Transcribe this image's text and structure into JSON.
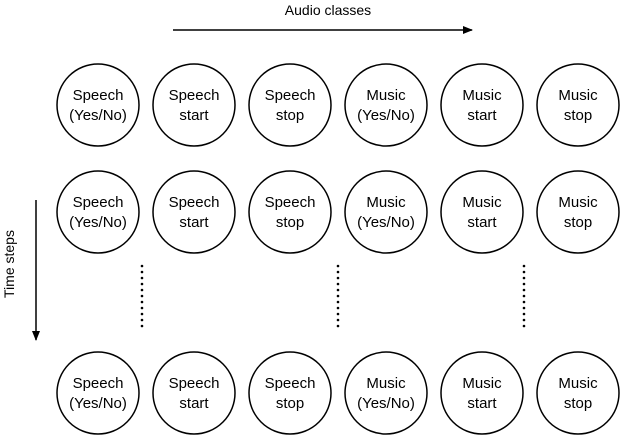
{
  "diagram": {
    "x_axis": {
      "label": "Audio classes",
      "arrow_direction": "right"
    },
    "y_axis": {
      "label": "Time steps",
      "arrow_direction": "down"
    },
    "node_style": {
      "shape": "circle",
      "stroke_color": "#000000",
      "fill_color": "#ffffff",
      "text_color": "#000000"
    },
    "columns": [
      {
        "lines": [
          "Speech",
          "(Yes/No)"
        ]
      },
      {
        "lines": [
          "Speech",
          "start"
        ]
      },
      {
        "lines": [
          "Speech",
          "stop"
        ]
      },
      {
        "lines": [
          "Music",
          "(Yes/No)"
        ]
      },
      {
        "lines": [
          "Music",
          "start"
        ]
      },
      {
        "lines": [
          "Music",
          "stop"
        ]
      }
    ],
    "rows_before_ellipsis": 2,
    "rows_after_ellipsis": 1,
    "ellipsis_under_columns": [
      0,
      3,
      5
    ]
  }
}
